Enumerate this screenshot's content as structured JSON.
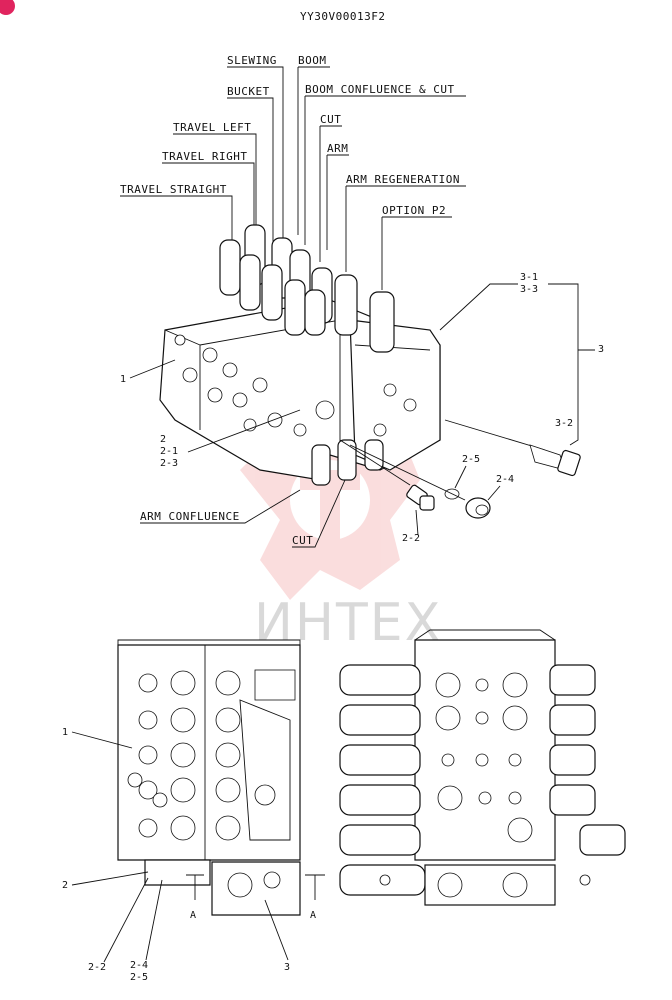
{
  "header": {
    "code": "YY30V00013F2"
  },
  "watermark": {
    "text": "ИНТЕХ",
    "color": "#f2a0a0"
  },
  "top_view": {
    "function_labels": {
      "slewing": "SLEWING",
      "boom": "BOOM",
      "bucket": "BUCKET",
      "boom_confluence_cut": "BOOM CONFLUENCE & CUT",
      "travel_left": "TRAVEL LEFT",
      "cut_top": "CUT",
      "travel_right": "TRAVEL RIGHT",
      "arm": "ARM",
      "travel_straight": "TRAVEL STRAIGHT",
      "arm_regeneration": "ARM REGENERATION",
      "option_p2": "OPTION P2",
      "arm_confluence": "ARM CONFLUENCE",
      "cut_bottom": "CUT"
    },
    "part_numbers": {
      "p3_1": "3-1",
      "p3_3": "3-3",
      "p3": "3",
      "p1": "1",
      "p3_2": "3-2",
      "p2": "2",
      "p2_1": "2-1",
      "p2_3": "2-3",
      "p2_5": "2-5",
      "p2_4": "2-4",
      "p2_2": "2-2"
    }
  },
  "bottom_view": {
    "part_numbers": {
      "p1": "1",
      "p2": "2",
      "p2_2": "2-2",
      "p2_4": "2-4",
      "p2_5": "2-5",
      "p3": "3"
    },
    "section_marks": {
      "left": "A",
      "right": "A"
    }
  }
}
